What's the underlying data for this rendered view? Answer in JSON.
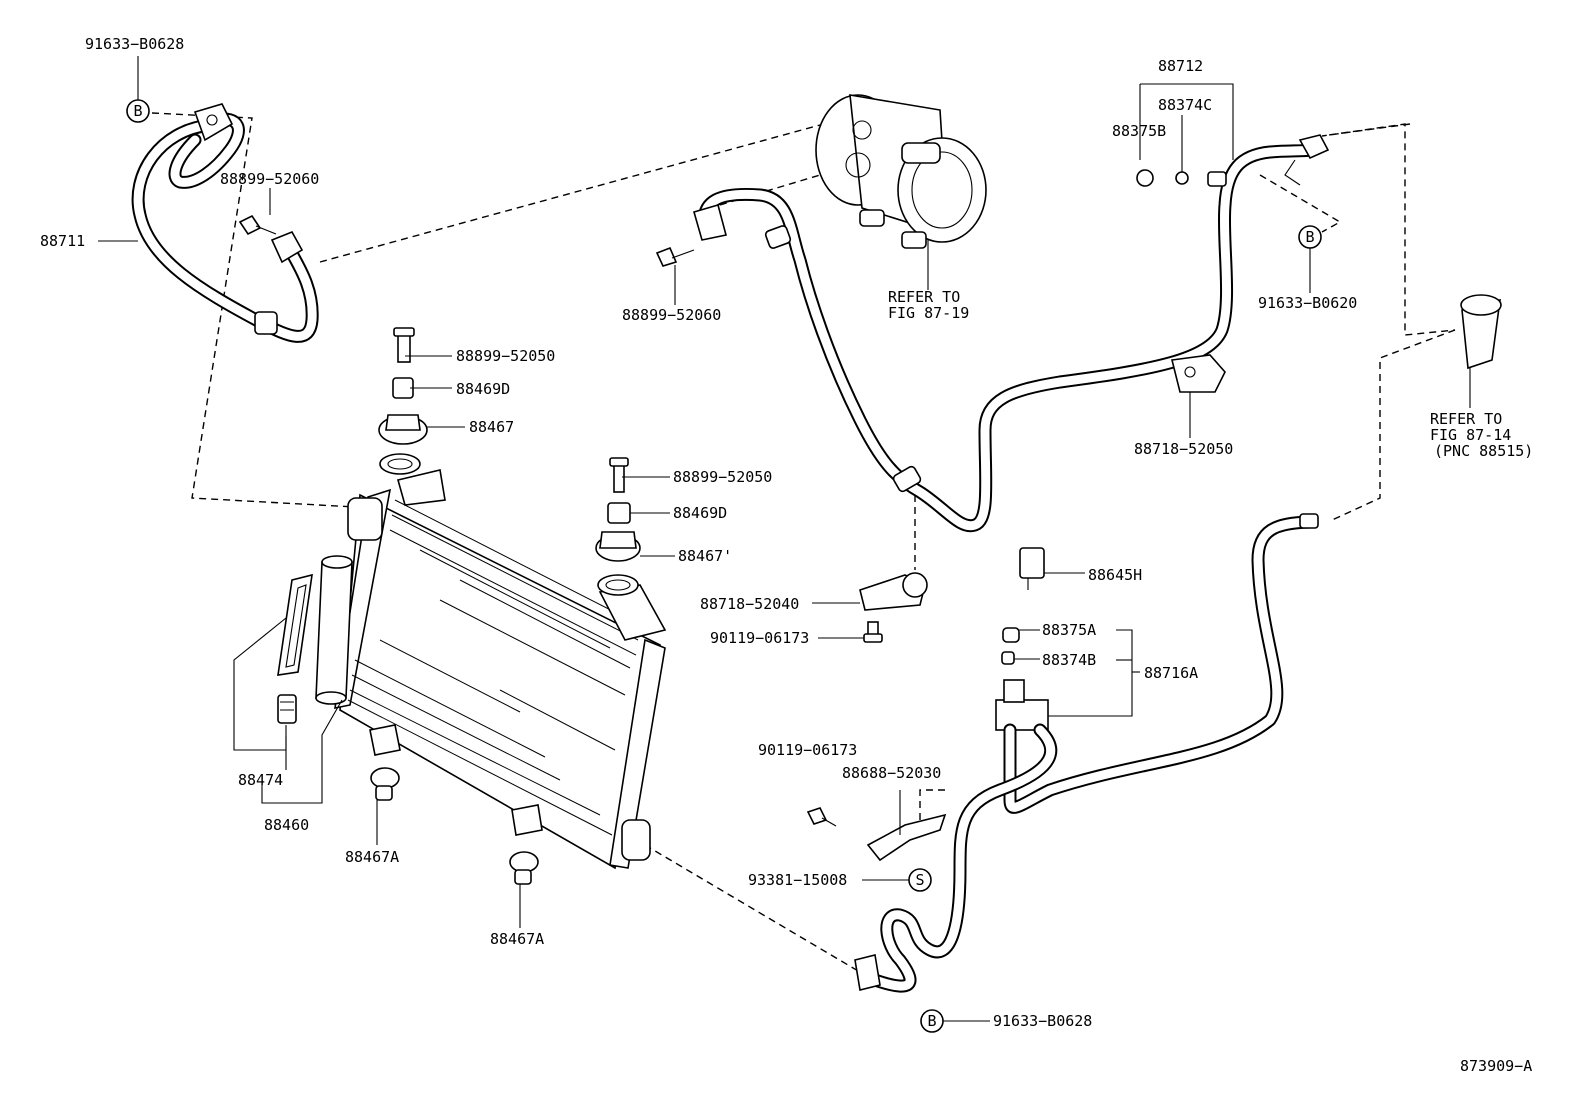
{
  "labels": {
    "l_91633_B0628_top": "91633−B0628",
    "l_88711": "88711",
    "l_88899_52060_a": "88899−52060",
    "l_88899_52050_a": "88899−52050",
    "l_88469D_a": "88469D",
    "l_88467_a": "88467",
    "l_88899_52050_b": "88899−52050",
    "l_88469D_b": "88469D",
    "l_88467_b": "88467'",
    "l_88474": "88474",
    "l_88460": "88460",
    "l_88467A_a": "88467A",
    "l_88467A_b": "88467A",
    "l_88899_52060_b": "88899−52060",
    "l_refer_87_19_a": "REFER TO",
    "l_refer_87_19_b": "FIG 87-19",
    "l_88718_52040": "88718−52040",
    "l_90119_06173_a": "90119−06173",
    "l_88712": "88712",
    "l_88374C": "88374C",
    "l_88375B": "88375B",
    "l_91633_B0620": "91633−B0620",
    "l_88718_52050": "88718−52050",
    "l_refer_87_14_a": "REFER TO",
    "l_refer_87_14_b": "FIG 87-14",
    "l_refer_87_14_c": "(PNC 88515)",
    "l_88645H": "88645H",
    "l_88375A": "88375A",
    "l_88374B": "88374B",
    "l_88716A": "88716A",
    "l_90119_06173_b": "90119−06173",
    "l_88688_52030": "88688−52030",
    "l_93381_15008": "93381−15008",
    "l_91633_B0628_bottom": "91633−B0628",
    "l_figure_id": "873909−A"
  },
  "markers": {
    "B": "B",
    "S": "S"
  }
}
